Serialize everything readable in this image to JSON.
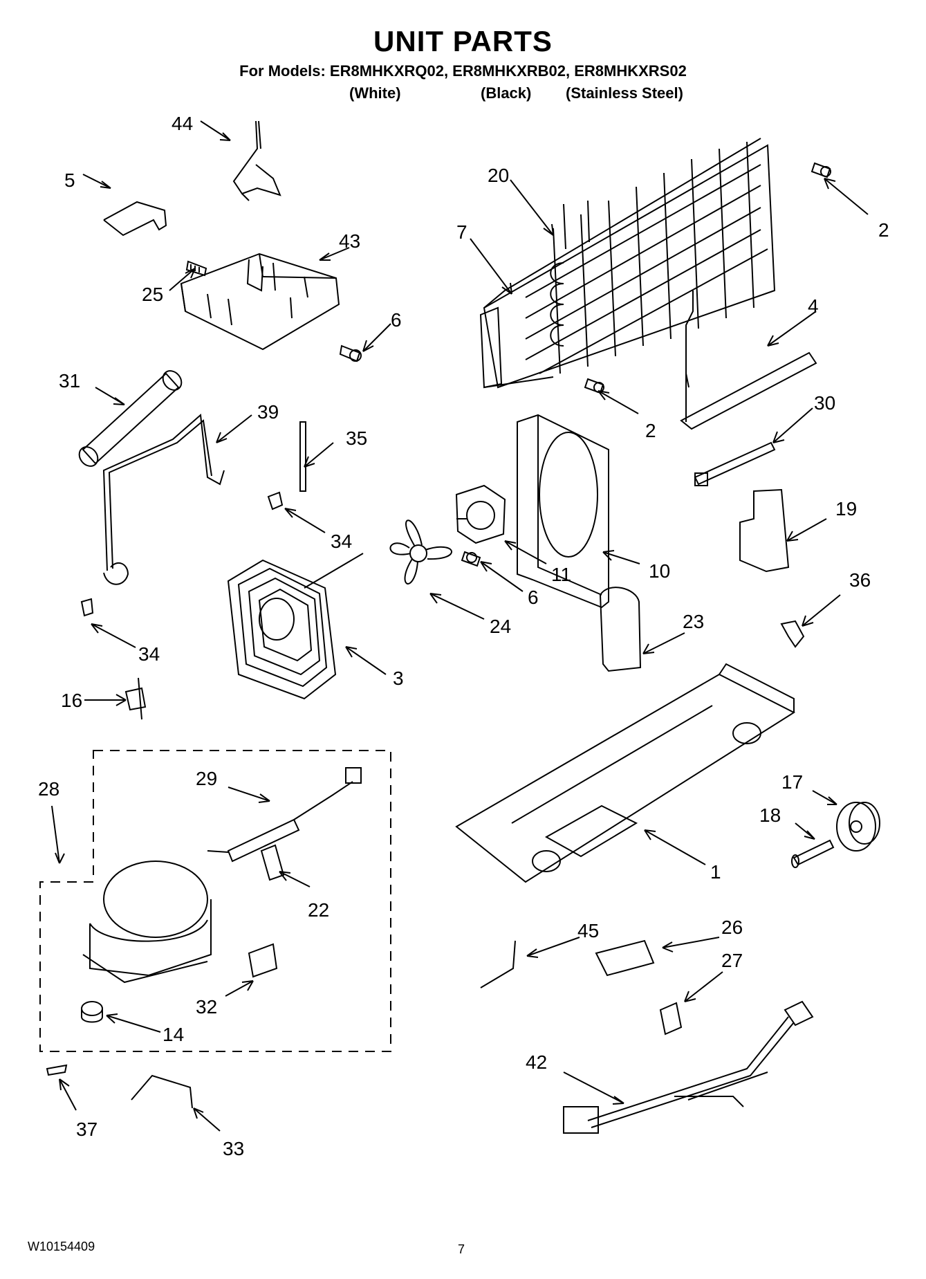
{
  "header": {
    "title": "UNIT PARTS",
    "models_line": "For Models: ER8MHKXRQ02, ER8MHKXRB02, ER8MHKXRS02",
    "variants": [
      "(White)",
      "(Black)",
      "(Stainless Steel)"
    ]
  },
  "callouts": [
    "44",
    "5",
    "43",
    "25",
    "6",
    "31",
    "39",
    "35",
    "34",
    "34",
    "16",
    "20",
    "7",
    "2",
    "4",
    "2",
    "30",
    "10",
    "11",
    "6",
    "24",
    "19",
    "36",
    "23",
    "3",
    "28",
    "29",
    "22",
    "32",
    "14",
    "17",
    "18",
    "1",
    "45",
    "26",
    "27",
    "42",
    "37",
    "33"
  ],
  "footer": {
    "doc_code": "W10154409",
    "page_number": "7"
  }
}
